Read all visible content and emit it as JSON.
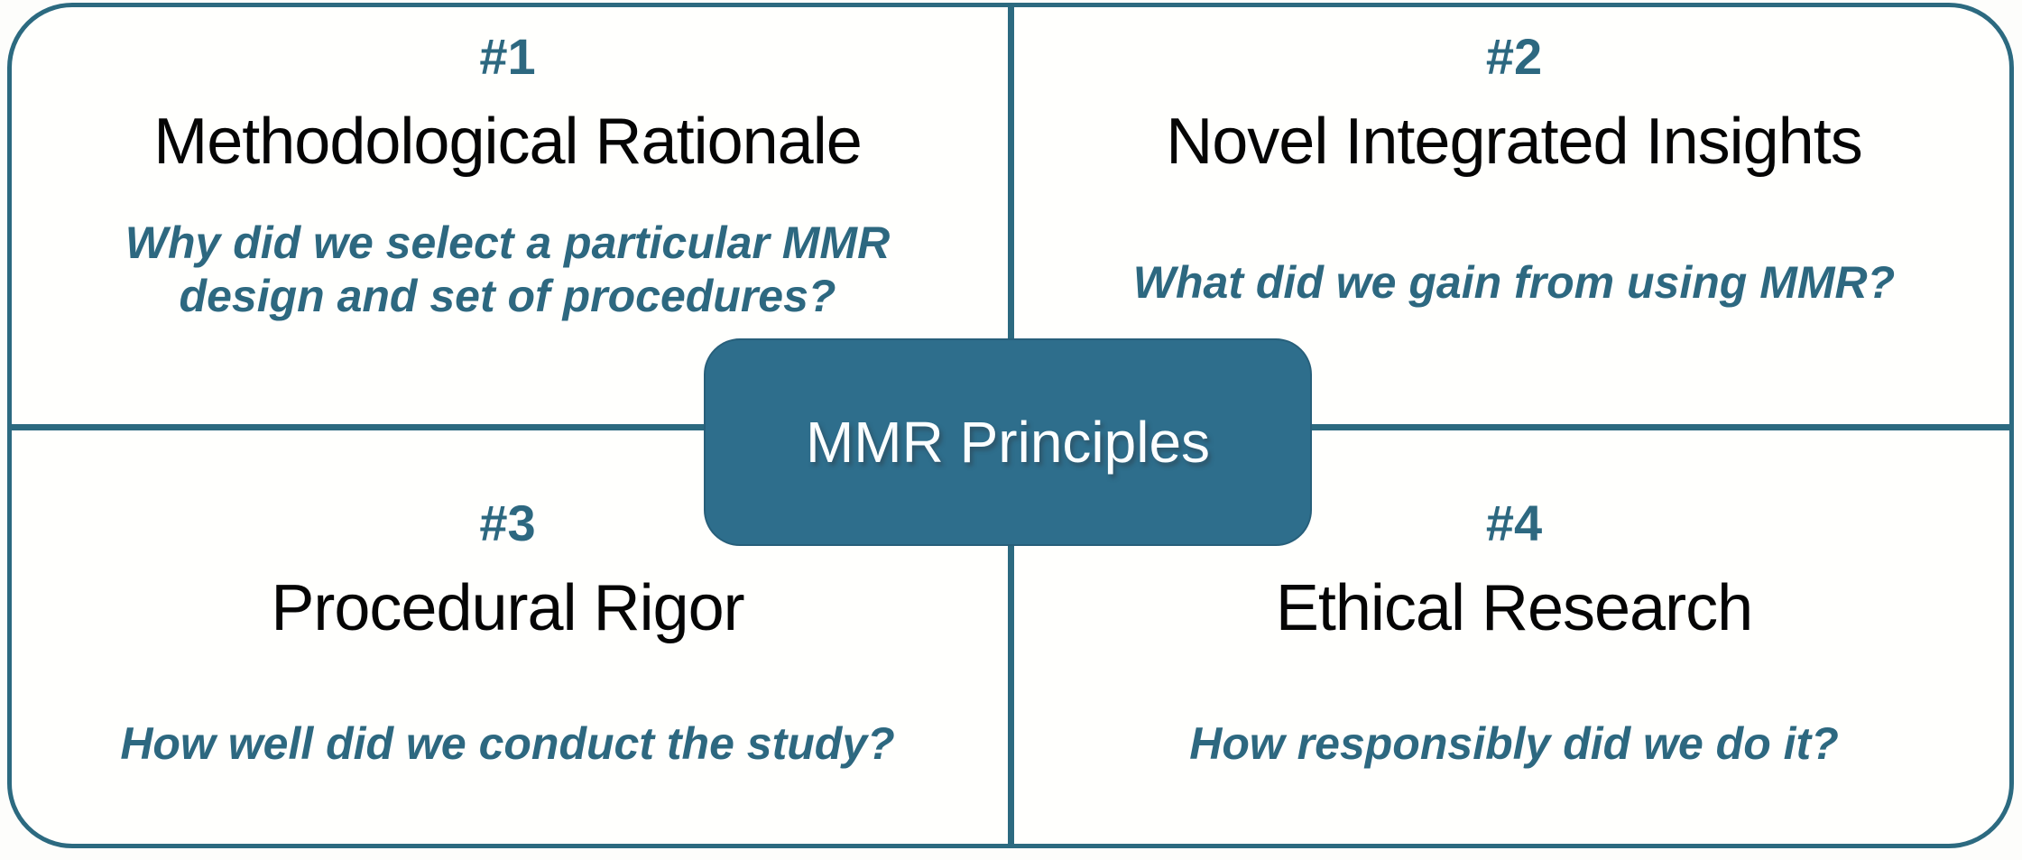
{
  "diagram": {
    "center": {
      "label": "MMR Principles"
    },
    "quadrants": [
      {
        "number": "#1",
        "title": "Methodological Rationale",
        "question": "Why did we select a particular MMR\ndesign and set of procedures?"
      },
      {
        "number": "#2",
        "title": "Novel Integrated Insights",
        "question": "What did we gain from using MMR?"
      },
      {
        "number": "#3",
        "title": "Procedural Rigor",
        "question": "How well did we conduct the study?"
      },
      {
        "number": "#4",
        "title": "Ethical Research",
        "question": "How responsibly did we do it?"
      }
    ],
    "colors": {
      "accent_box": "#2e6e8c",
      "line": "#2c6a80",
      "teal_text": "#2d6880",
      "title_text": "#050505",
      "background": "#fffffd",
      "center_label_text": "#fbfeff"
    }
  }
}
